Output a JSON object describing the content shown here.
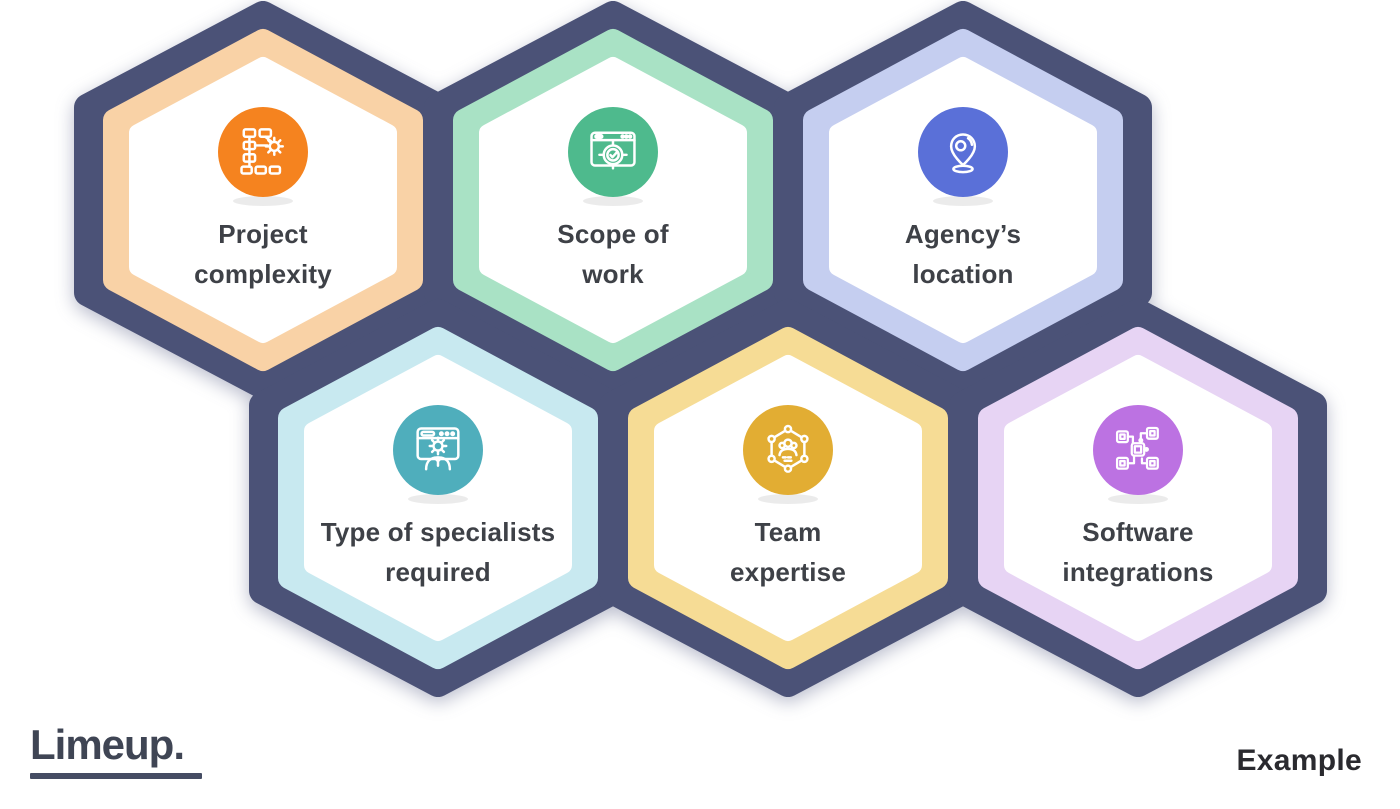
{
  "page": {
    "background_color": "#FFFFFF"
  },
  "honeycomb": {
    "backdrop_color": "#4B5277",
    "label_color": "#3E4147",
    "cells": [
      {
        "label": "Project\ncomplexity",
        "border_color": "#F9D2A6",
        "icon_color": "#F5831F",
        "icon": "project-structure-gear-icon"
      },
      {
        "label": "Scope of\nwork",
        "border_color": "#A9E2C5",
        "icon_color": "#4EBA8D",
        "icon": "browser-target-check-icon"
      },
      {
        "label": "Agency’s\nlocation",
        "border_color": "#C5CEF0",
        "icon_color": "#5A70D8",
        "icon": "location-pin-icon"
      },
      {
        "label": "Type of specialists\nrequired",
        "border_color": "#C8E9F0",
        "icon_color": "#4FAEBC",
        "icon": "browser-specialist-gear-icon"
      },
      {
        "label": "Team\nexpertise",
        "border_color": "#F6DC95",
        "icon_color": "#E2AD33",
        "icon": "team-network-icon"
      },
      {
        "label": "Software\nintegrations",
        "border_color": "#E7D4F4",
        "icon_color": "#BC72E2",
        "icon": "chip-integration-icon"
      }
    ]
  },
  "watermarks": {
    "logo_text": "Limeup.",
    "example_label": "Example"
  }
}
